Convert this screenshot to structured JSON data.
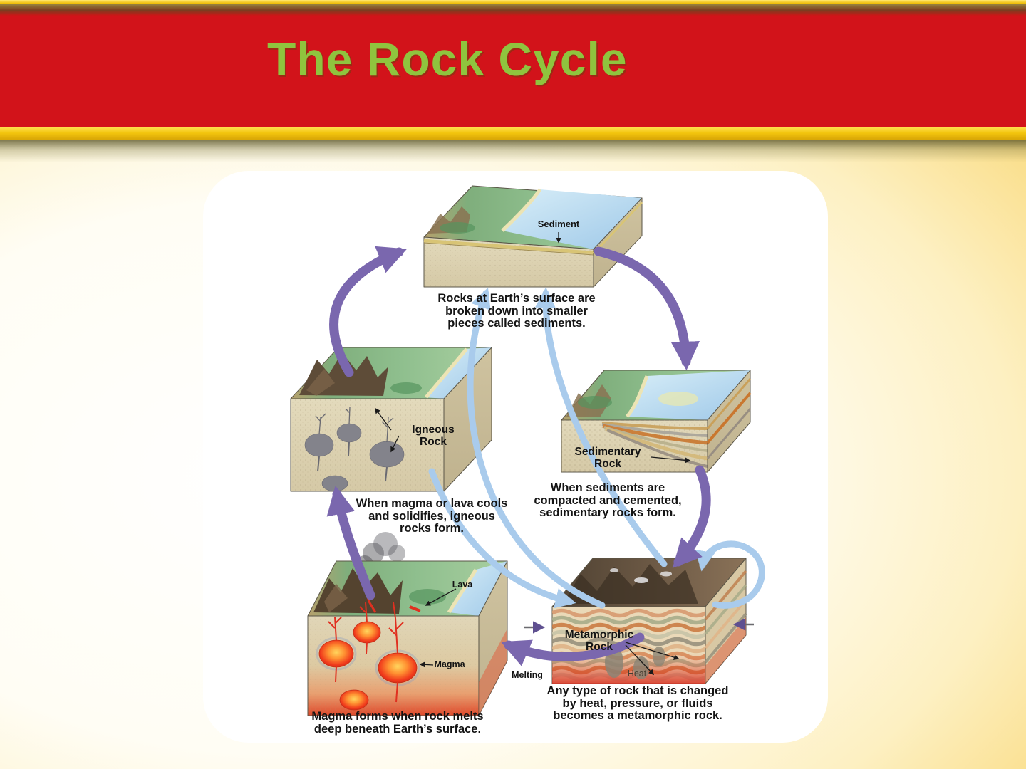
{
  "slide": {
    "title": "The Rock Cycle",
    "colors": {
      "banner_red": "#d2131a",
      "stripe_gold": "#f3c50e",
      "title_green": "#8fc43e",
      "arrow_purple": "#7a67ae",
      "arrow_blue": "#a9cbec",
      "panel": "#ffffff",
      "background_gold": "#f6c93e"
    }
  },
  "diagram": {
    "sediment": {
      "label": "Sediment",
      "caption": "Rocks at Earth’s surface are\nbroken down into smaller\npieces called sediments."
    },
    "igneous": {
      "label": "Igneous\nRock",
      "caption": "When magma or lava cools\nand solidifies, igneous\nrocks form."
    },
    "sedimentary": {
      "label": "Sedimentary\nRock",
      "caption": "When sediments are\ncompacted and cemented,\nsedimentary rocks form."
    },
    "magma": {
      "lava_label": "Lava",
      "magma_label": "Magma",
      "caption": "Magma forms when rock melts\ndeep beneath Earth’s surface."
    },
    "metamorphic": {
      "label": "Metamorphic\nRock",
      "heat_label": "Heat",
      "caption": "Any type of rock that is changed\nby heat, pressure, or fluids\nbecomes a metamorphic rock."
    },
    "melting_label": "Melting"
  }
}
